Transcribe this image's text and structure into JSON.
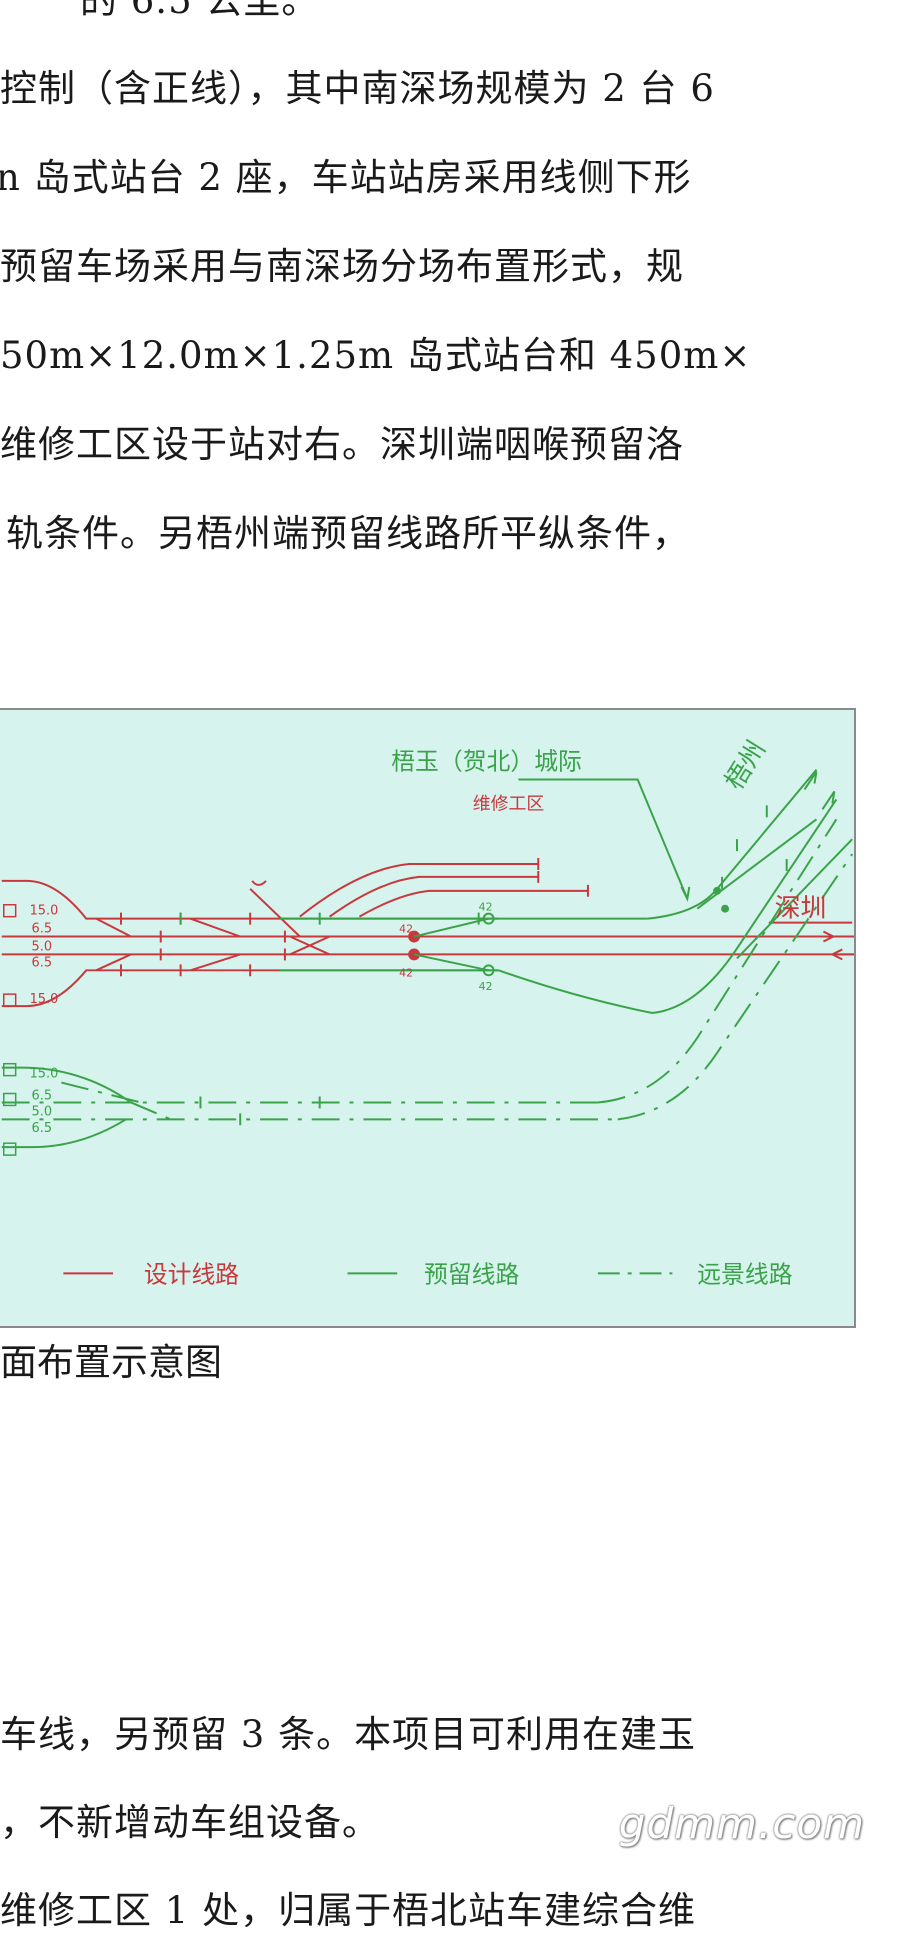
{
  "doc": {
    "lines_top": [
      "的 6.5 公里。",
      "控制（含正线），其中南深场规模为 2 台 6",
      "n 岛式站台 2 座，车站站房采用线侧下形",
      "预留车场采用与南深场分场布置形式，规",
      "50m×12.0m×1.25m 岛式站台和 450m×",
      "维修工区设于站对右。深圳端咽喉预留洛",
      "轨条件。另梧州端预留线路所平纵条件，"
    ],
    "caption": "面布置示意图",
    "lines_bottom": [
      "车线，另预留 3 条。本项目可利用在建玉",
      "，不新增动车组设备。",
      "维修工区 1 处，归属于梧北站车建综合维"
    ],
    "watermark": "gdmm.com"
  },
  "figure": {
    "labels": {
      "wuyu_intercity": "梧玉（贺北）城际",
      "maintenance_area": "维修工区",
      "wuzhou": "梧州",
      "shenzhen": "深圳"
    },
    "spacings": [
      "15.0",
      "6.5",
      "5.0",
      "6.5",
      "15.0",
      "15.0",
      "6.5",
      "5.0",
      "6.5"
    ],
    "switch_numbers": [
      "42",
      "42",
      "42",
      "42"
    ],
    "legend": {
      "design": "设计线路",
      "reserved": "预留线路",
      "future": "远景线路"
    },
    "colors": {
      "design": "#c8393d",
      "reserved": "#3aa34a",
      "background": "#d7f3ee"
    }
  }
}
